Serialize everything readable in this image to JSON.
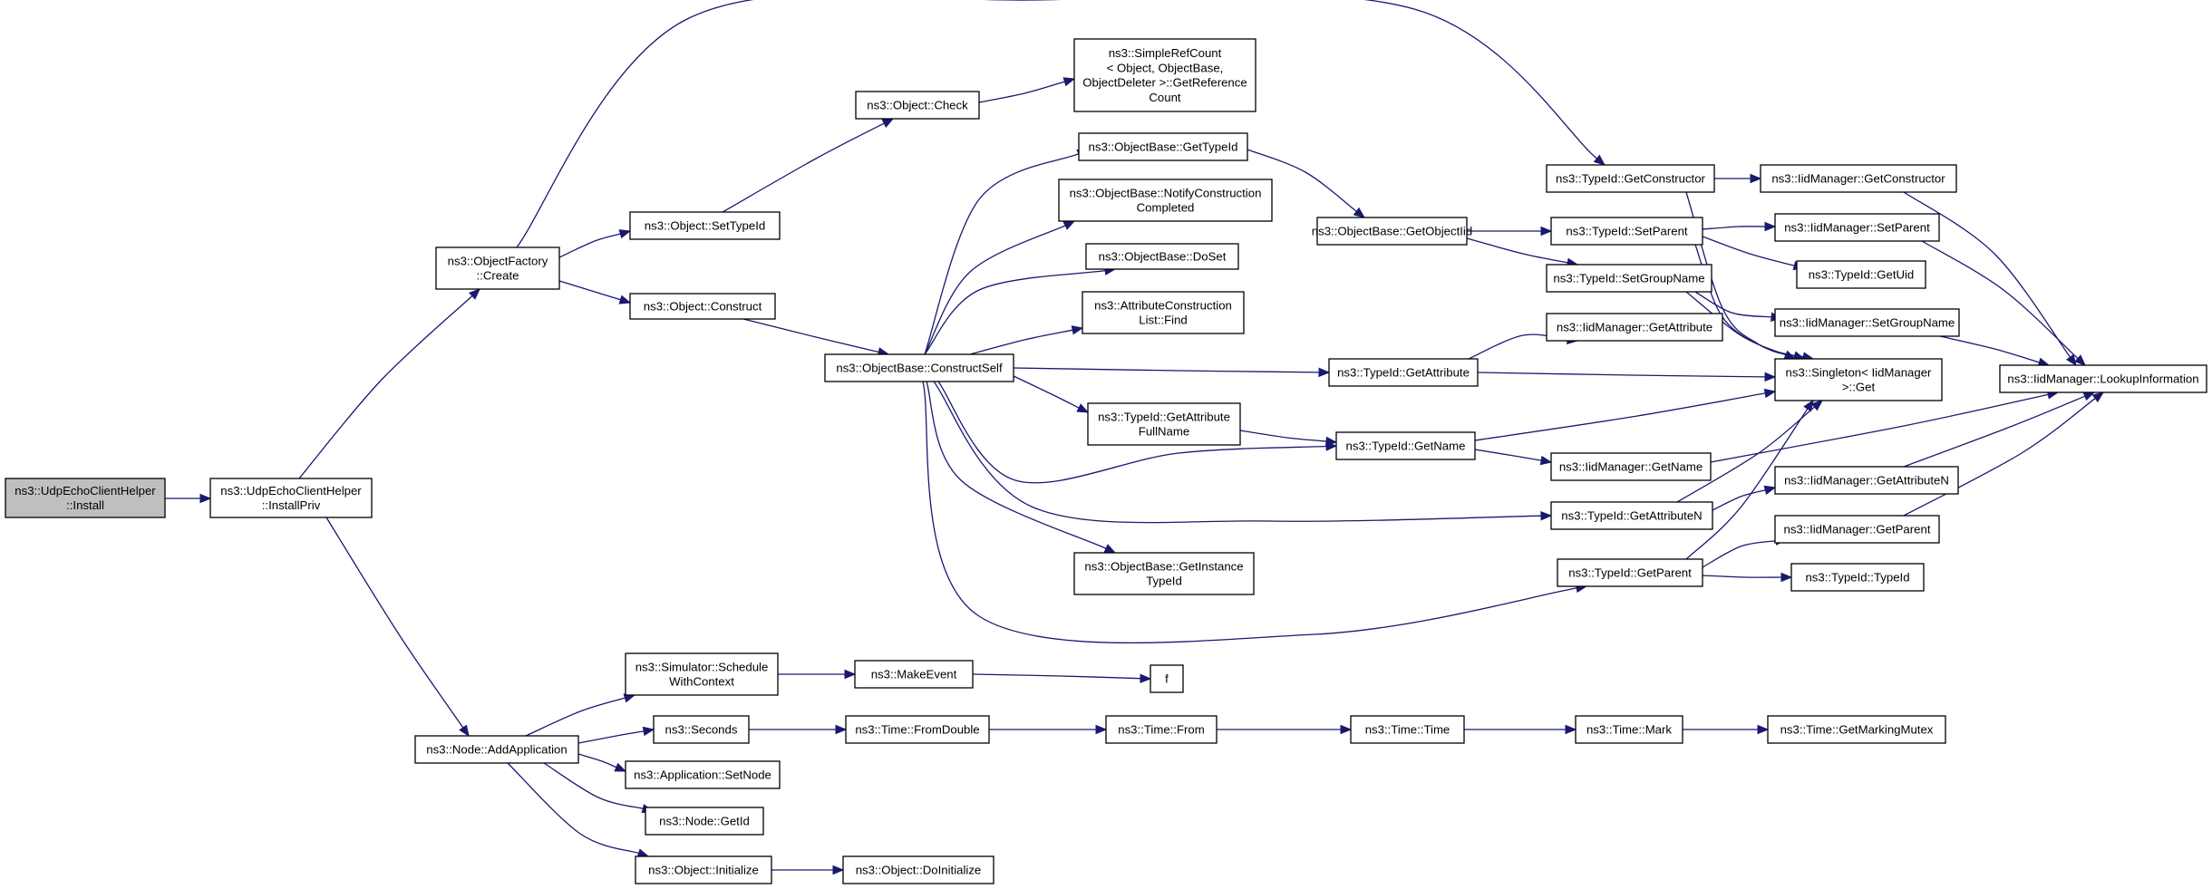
{
  "diagram": {
    "colors": {
      "edge": "#191970",
      "node_border": "#000000",
      "root_fill": "#bfbfbf",
      "node_fill": "#ffffff"
    },
    "nodes": [
      {
        "id": "udp_install",
        "lines": [
          "ns3::UdpEchoClientHelper",
          "::Install"
        ],
        "root": true
      },
      {
        "id": "install_priv",
        "lines": [
          "ns3::UdpEchoClientHelper",
          "::InstallPriv"
        ]
      },
      {
        "id": "factory_create",
        "lines": [
          "ns3::ObjectFactory",
          "::Create"
        ]
      },
      {
        "id": "node_addapp",
        "lines": [
          "ns3::Node::AddApplication"
        ]
      },
      {
        "id": "obj_settypeid",
        "lines": [
          "ns3::Object::SetTypeId"
        ]
      },
      {
        "id": "obj_construct",
        "lines": [
          "ns3::Object::Construct"
        ]
      },
      {
        "id": "obj_check",
        "lines": [
          "ns3::Object::Check"
        ]
      },
      {
        "id": "simplerefcount",
        "lines": [
          "ns3::SimpleRefCount",
          "< Object, ObjectBase,",
          "ObjectDeleter >::GetReference",
          "Count"
        ]
      },
      {
        "id": "ob_gettypeid",
        "lines": [
          "ns3::ObjectBase::GetTypeId"
        ]
      },
      {
        "id": "ob_notify",
        "lines": [
          "ns3::ObjectBase::NotifyConstruction",
          "Completed"
        ]
      },
      {
        "id": "ob_doset",
        "lines": [
          "ns3::ObjectBase::DoSet"
        ]
      },
      {
        "id": "attr_find",
        "lines": [
          "ns3::AttributeConstruction",
          "List::Find"
        ]
      },
      {
        "id": "ob_constructself",
        "lines": [
          "ns3::ObjectBase::ConstructSelf"
        ]
      },
      {
        "id": "typeid_getattrfullname",
        "lines": [
          "ns3::TypeId::GetAttribute",
          "FullName"
        ]
      },
      {
        "id": "ob_getinstance",
        "lines": [
          "ns3::ObjectBase::GetInstance",
          "TypeId"
        ]
      },
      {
        "id": "ob_getobjectiid",
        "lines": [
          "ns3::ObjectBase::GetObjectIid"
        ]
      },
      {
        "id": "typeid_getattribute",
        "lines": [
          "ns3::TypeId::GetAttribute"
        ]
      },
      {
        "id": "typeid_getname",
        "lines": [
          "ns3::TypeId::GetName"
        ]
      },
      {
        "id": "typeid_getconstructor",
        "lines": [
          "ns3::TypeId::GetConstructor"
        ]
      },
      {
        "id": "typeid_setparent",
        "lines": [
          "ns3::TypeId::SetParent"
        ]
      },
      {
        "id": "typeid_setgroupname",
        "lines": [
          "ns3::TypeId::SetGroupName"
        ]
      },
      {
        "id": "typeid_getattributen",
        "lines": [
          "ns3::TypeId::GetAttributeN"
        ]
      },
      {
        "id": "typeid_getparent",
        "lines": [
          "ns3::TypeId::GetParent"
        ]
      },
      {
        "id": "iid_getattribute",
        "lines": [
          "ns3::IidManager::GetAttribute"
        ]
      },
      {
        "id": "iid_getname",
        "lines": [
          "ns3::IidManager::GetName"
        ]
      },
      {
        "id": "singleton_get",
        "lines": [
          "ns3::Singleton< IidManager",
          ">::Get"
        ]
      },
      {
        "id": "iid_getconstructor",
        "lines": [
          "ns3::IidManager::GetConstructor"
        ]
      },
      {
        "id": "iid_setparent",
        "lines": [
          "ns3::IidManager::SetParent"
        ]
      },
      {
        "id": "typeid_getuid",
        "lines": [
          "ns3::TypeId::GetUid"
        ]
      },
      {
        "id": "iid_setgroupname",
        "lines": [
          "ns3::IidManager::SetGroupName"
        ]
      },
      {
        "id": "iid_getattributen",
        "lines": [
          "ns3::IidManager::GetAttributeN"
        ]
      },
      {
        "id": "iid_getparent",
        "lines": [
          "ns3::IidManager::GetParent"
        ]
      },
      {
        "id": "typeid_typeid",
        "lines": [
          "ns3::TypeId::TypeId"
        ]
      },
      {
        "id": "iid_lookup",
        "lines": [
          "ns3::IidManager::LookupInformation"
        ]
      },
      {
        "id": "sim_schedule",
        "lines": [
          "ns3::Simulator::Schedule",
          "WithContext"
        ]
      },
      {
        "id": "seconds",
        "lines": [
          "ns3::Seconds"
        ]
      },
      {
        "id": "app_setnode",
        "lines": [
          "ns3::Application::SetNode"
        ]
      },
      {
        "id": "node_getid",
        "lines": [
          "ns3::Node::GetId"
        ]
      },
      {
        "id": "obj_initialize",
        "lines": [
          "ns3::Object::Initialize"
        ]
      },
      {
        "id": "makeevent",
        "lines": [
          "ns3::MakeEvent"
        ]
      },
      {
        "id": "f",
        "lines": [
          "f"
        ]
      },
      {
        "id": "time_fromdouble",
        "lines": [
          "ns3::Time::FromDouble"
        ]
      },
      {
        "id": "time_from",
        "lines": [
          "ns3::Time::From"
        ]
      },
      {
        "id": "time_time",
        "lines": [
          "ns3::Time::Time"
        ]
      },
      {
        "id": "time_mark",
        "lines": [
          "ns3::Time::Mark"
        ]
      },
      {
        "id": "time_getmarkingmutex",
        "lines": [
          "ns3::Time::GetMarkingMutex"
        ]
      },
      {
        "id": "obj_doinitialize",
        "lines": [
          "ns3::Object::DoInitialize"
        ]
      }
    ],
    "edges": [
      [
        "udp_install",
        "install_priv"
      ],
      [
        "install_priv",
        "factory_create"
      ],
      [
        "install_priv",
        "node_addapp"
      ],
      [
        "factory_create",
        "obj_settypeid"
      ],
      [
        "factory_create",
        "obj_construct"
      ],
      [
        "factory_create",
        "typeid_getconstructor"
      ],
      [
        "obj_settypeid",
        "obj_check"
      ],
      [
        "obj_check",
        "simplerefcount"
      ],
      [
        "obj_construct",
        "ob_constructself"
      ],
      [
        "ob_constructself",
        "ob_gettypeid"
      ],
      [
        "ob_constructself",
        "ob_notify"
      ],
      [
        "ob_constructself",
        "ob_doset"
      ],
      [
        "ob_constructself",
        "attr_find"
      ],
      [
        "ob_constructself",
        "typeid_getattribute"
      ],
      [
        "ob_constructself",
        "typeid_getattrfullname"
      ],
      [
        "ob_constructself",
        "typeid_getname"
      ],
      [
        "ob_constructself",
        "typeid_getattributen"
      ],
      [
        "ob_constructself",
        "ob_getinstance"
      ],
      [
        "ob_constructself",
        "typeid_getparent"
      ],
      [
        "ob_gettypeid",
        "ob_getobjectiid"
      ],
      [
        "ob_getobjectiid",
        "typeid_setparent"
      ],
      [
        "ob_getobjectiid",
        "typeid_setgroupname"
      ],
      [
        "typeid_getattrfullname",
        "typeid_getname"
      ],
      [
        "typeid_getattribute",
        "iid_getattribute"
      ],
      [
        "typeid_getattribute",
        "singleton_get"
      ],
      [
        "typeid_getname",
        "singleton_get"
      ],
      [
        "typeid_getname",
        "iid_getname"
      ],
      [
        "typeid_getconstructor",
        "iid_getconstructor"
      ],
      [
        "typeid_getconstructor",
        "singleton_get"
      ],
      [
        "typeid_setparent",
        "iid_setparent"
      ],
      [
        "typeid_setparent",
        "typeid_getuid"
      ],
      [
        "typeid_setparent",
        "singleton_get"
      ],
      [
        "typeid_setgroupname",
        "iid_setgroupname"
      ],
      [
        "typeid_setgroupname",
        "singleton_get"
      ],
      [
        "typeid_getattributen",
        "singleton_get"
      ],
      [
        "typeid_getattributen",
        "iid_getattributen"
      ],
      [
        "typeid_getparent",
        "singleton_get"
      ],
      [
        "typeid_getparent",
        "iid_getparent"
      ],
      [
        "typeid_getparent",
        "typeid_typeid"
      ],
      [
        "iid_getconstructor",
        "iid_lookup"
      ],
      [
        "iid_setparent",
        "iid_lookup"
      ],
      [
        "iid_setgroupname",
        "iid_lookup"
      ],
      [
        "iid_getname",
        "iid_lookup"
      ],
      [
        "iid_getattributen",
        "iid_lookup"
      ],
      [
        "iid_getparent",
        "iid_lookup"
      ],
      [
        "node_addapp",
        "sim_schedule"
      ],
      [
        "node_addapp",
        "seconds"
      ],
      [
        "node_addapp",
        "app_setnode"
      ],
      [
        "node_addapp",
        "node_getid"
      ],
      [
        "node_addapp",
        "obj_initialize"
      ],
      [
        "sim_schedule",
        "makeevent"
      ],
      [
        "makeevent",
        "f"
      ],
      [
        "seconds",
        "time_fromdouble"
      ],
      [
        "time_fromdouble",
        "time_from"
      ],
      [
        "time_from",
        "time_time"
      ],
      [
        "time_time",
        "time_mark"
      ],
      [
        "time_mark",
        "time_getmarkingmutex"
      ],
      [
        "obj_initialize",
        "obj_doinitialize"
      ]
    ]
  }
}
